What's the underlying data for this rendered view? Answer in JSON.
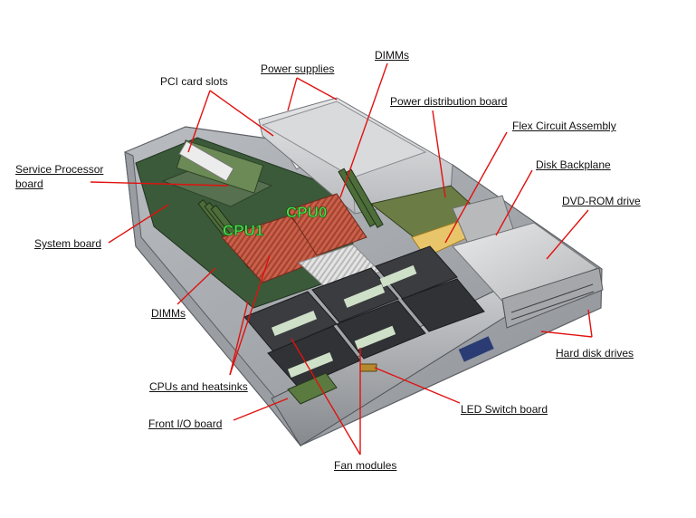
{
  "callouts": {
    "pci_card_slots": "PCI card slots",
    "power_supplies": "Power supplies",
    "dimms_top": "DIMMs",
    "power_distribution_board": "Power distribution board",
    "flex_circuit_assembly": "Flex Circuit Assembly",
    "disk_backplane": "Disk Backplane",
    "dvd_rom_drive": "DVD-ROM drive",
    "service_processor_line1": "Service Processor",
    "service_processor_line2": "board",
    "system_board": "System board",
    "dimms_left": "DIMMs",
    "hard_disk_drives": "Hard disk drives",
    "cpus_and_heatsinks": "CPUs and heatsinks",
    "led_switch_board": "LED Switch board",
    "front_io_board": "Front I/O board",
    "fan_modules": "Fan modules"
  },
  "chip_labels": {
    "cpu1": "CPU1",
    "cpu0": "CPU0"
  },
  "colors": {
    "leader_lines": "#e0120f",
    "cpu_label_fill": "#4ee04e",
    "heatsink": "#c8604a"
  }
}
